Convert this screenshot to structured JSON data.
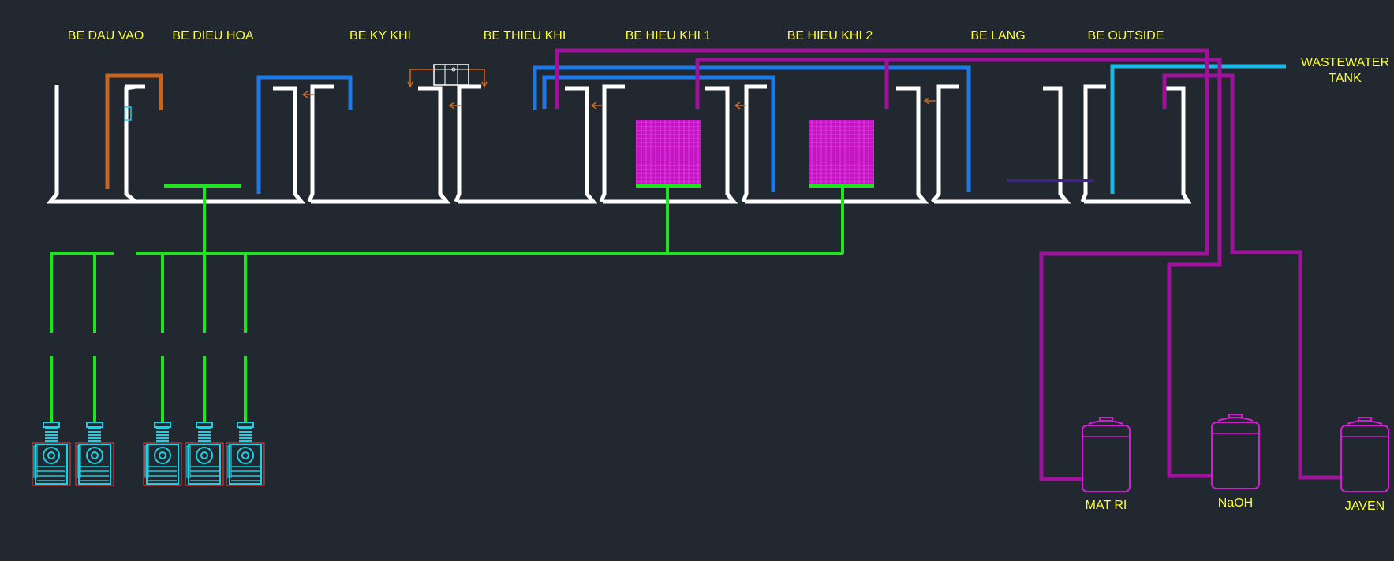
{
  "tanks": [
    {
      "key": "dau_vao",
      "label": "BE DAU VAO"
    },
    {
      "key": "dieu_hoa",
      "label": "BE DIEU HOA"
    },
    {
      "key": "ky_khi",
      "label": "BE KY KHI"
    },
    {
      "key": "thieu_khi",
      "label": "BE THIEU KHI"
    },
    {
      "key": "hieu_khi_1",
      "label": "BE HIEU KHI 1"
    },
    {
      "key": "hieu_khi_2",
      "label": "BE HIEU KHI 2"
    },
    {
      "key": "lang",
      "label": "BE LANG"
    },
    {
      "key": "outside",
      "label": "BE OUTSIDE"
    }
  ],
  "wastewater_tank": {
    "line1": "WASTEWATER",
    "line2": "TANK"
  },
  "chemical_tanks": [
    {
      "key": "mat_ri",
      "label": "MAT RI"
    },
    {
      "key": "naoh",
      "label": "NaOH"
    },
    {
      "key": "javen",
      "label": "JAVEN"
    }
  ],
  "colors": {
    "background": "#212830",
    "label": "#ffff33",
    "air_line": "#1ee61e",
    "sludge_return": "#1e78e6",
    "effluent_line": "#19b9e6",
    "chemical_line": "#a0129b",
    "inlet_line": "#c8641e",
    "media": "#d21ed2",
    "blower": "#19d2e6"
  },
  "blower_count": 5
}
